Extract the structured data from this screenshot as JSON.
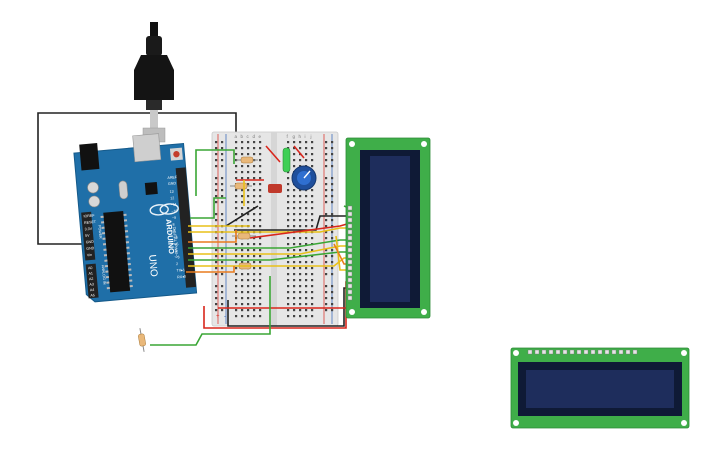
{
  "arduino": {
    "brand": "ARDUINO",
    "model": "UNO",
    "power_pins": [
      "IOREF",
      "RESET",
      "3.3V",
      "5V",
      "GND",
      "GND",
      "Vin"
    ],
    "analog_pins": [
      "A0",
      "A1",
      "A2",
      "A3",
      "A4",
      "A5"
    ],
    "aref_labels": [
      "AREF",
      "GND"
    ],
    "digital_pins": [
      "13",
      "12",
      "~11",
      "~10",
      "~9",
      "8",
      "7",
      "~6",
      "~5",
      "4",
      "~3",
      "2",
      "TX▸1",
      "RX◂0"
    ],
    "digital_label": "DIGITAL (PWM~)",
    "section_labels": {
      "power": "POWER",
      "analog": "ANALOG IN"
    }
  },
  "breadboard": {
    "column_letters": [
      "a",
      "b",
      "c",
      "d",
      "e",
      "f",
      "g",
      "h",
      "i",
      "j"
    ],
    "rail_labels": [
      "+",
      "-"
    ]
  },
  "colors": {
    "board_blue": "#1f6fa8",
    "breadboard": "#e6e6e6",
    "lcd_pcb": "#3fae49",
    "lcd_screen": "#1e2d5c",
    "wire_red": "#d9261c",
    "wire_black": "#222222",
    "wire_green": "#3aa635",
    "wire_yellow": "#e8c018",
    "wire_orange": "#e87c1e"
  },
  "icons": {
    "usb_cable": "usb-cable-icon",
    "potentiometer": "potentiometer-icon",
    "resistor": "resistor-icon",
    "led": "led-icon"
  }
}
